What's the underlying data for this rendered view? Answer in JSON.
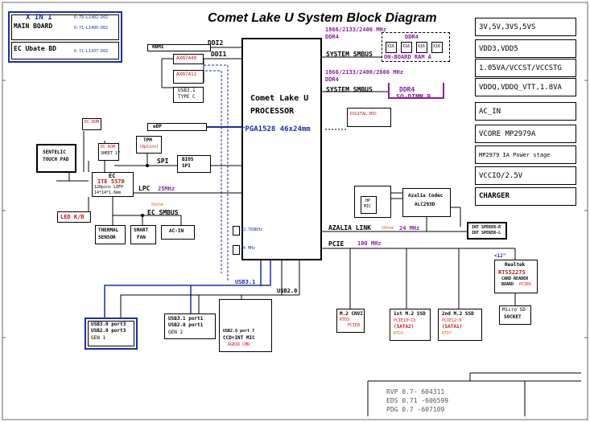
{
  "title": "Comet Lake U System Block Diagram",
  "info": {
    "r1_label": "X IN 1",
    "r1_code": "6-79-L1402-D02",
    "r2_label": "MAIN BOARD",
    "r2_code": "6-71-L1400-D02",
    "r3_label": "EC Ubate BD",
    "r3_code": "6-71-L1437-D02"
  },
  "cpu": {
    "line1": "Comet Lake U",
    "line2": "PROCESSOR",
    "package": "rPGA1528 46x24mm"
  },
  "links": {
    "ddi2": "DDI2",
    "ddi1": "DDI1",
    "smbus1_freq": "1866/2133/2400 MHz",
    "smbus1_type": "DDR4",
    "smbus1": "SYSTEM SMBUS",
    "smbus2_freq": "1866/2133/2400/2666 MHz",
    "smbus2_type": "DDR4",
    "smbus2": "SYSTEM SMBUS",
    "lpc": "LPC",
    "lpc_freq": "25MHz",
    "spi": "SPI",
    "ec_smbus": "EC SMBUS",
    "azalia": "AZALIA LINK",
    "azalia_ohm": "50ohm",
    "azalia_freq": "24 MHz",
    "pcie": "PCIE",
    "pcie_freq": "100 MHz",
    "usb31": "USB3.1",
    "usb20": "USB2.0",
    "crystal1": "32.768KHz",
    "crystal2": "24 MHz",
    "ohm_small": "50ohm",
    "lt12": "<12\""
  },
  "memory": {
    "onboard_title": "DDR4",
    "chips": [
      "X16",
      "X16",
      "X16",
      "X16"
    ],
    "onboard": "ON-BOARD RAM A",
    "sodimm_title": "DDR4",
    "sodimm": "SO-DIMM B"
  },
  "blocks": {
    "hdmi": "HDMI",
    "axn7440": "AXN7440",
    "axn7411": "AXN7411",
    "typec_1": "USB3.1",
    "typec_2": "TYPE C",
    "edp": "eDP",
    "tpm_1": "TPM",
    "tpm_2": "(Option)",
    "bios_1": "BIOS",
    "bios_2": "SPI",
    "touch_1": "SENTELIC",
    "touch_2": "TOUCH PAD",
    "ec_rom": "EC ROM",
    "ec_rom2": "SHEET 17",
    "small_red": "EC ROM",
    "ec_1": "EC",
    "ec_2": "ITE 5570",
    "ec_3": "128pins LQFP",
    "ec_4": "14*14*1.6mm",
    "led": "LED K/B",
    "thermal_1": "THERMAL",
    "thermal_2": "SENSOR",
    "fan_1": "SMART",
    "fan_2": "FAN",
    "acin": "AC-IN",
    "dmic": "DIGITAL MIC",
    "hpmic_1": "HP",
    "hpmic_2": "MIC",
    "codec_1": "Azalia Codec",
    "codec_2": "ALC293D",
    "spk_1": "INT SPEKER-R",
    "spk_2": "INT SPEKER-L",
    "rt_1": "Realtek",
    "rt_2": "RTS5227S",
    "rt_3": "CARD READER",
    "rt_4": "BOARD",
    "rt_pcie": "PCIE6",
    "sd_1": "Micro SD",
    "sd_2": "SOCKET",
    "usb30_1": "USB3.0 port3",
    "usb30_2": "USB2.0 port3",
    "usb30_3": "GEN 1",
    "usb31p_1": "USB3.1 port1",
    "usb31p_2": "USB2.0 port1",
    "usb31p_3": "GEN 2",
    "ccd_1": "USB2.0 port 7",
    "ccd_2": "CCD+INT MIC",
    "ccd_3": "RGBIR CMR",
    "cnvi_1": "M.2 CNVI",
    "cnvi_2": "RTD3",
    "cnvi_3": "PCIE8",
    "ssd1_1": "1st M.2 SSD",
    "ssd1_2": "PCIE10~13",
    "ssd1_3": "(SATA2)",
    "ssd1_4": "RTD3",
    "ssd2_1": "2nd M.2 SSD",
    "ssd2_2": "PCIE12~9",
    "ssd2_3": "(SATA1)",
    "ssd2_4": "RTD7"
  },
  "power": [
    "3V,5V,3VS,5VS",
    "VDD3,VDD5",
    "1.05VA/VCCST/VCCSTG",
    "VDDQ,VDDQ_VTT,1.8VA",
    "AC_IN",
    "VCORE MP2979A",
    "MP2979 IA Power stage",
    "VCCIO/2.5V",
    "CHARGER"
  ],
  "versions": [
    "RVP 0.7- 604311",
    "EDS 0.71 -606599",
    "PDG 0.7 -607109"
  ]
}
